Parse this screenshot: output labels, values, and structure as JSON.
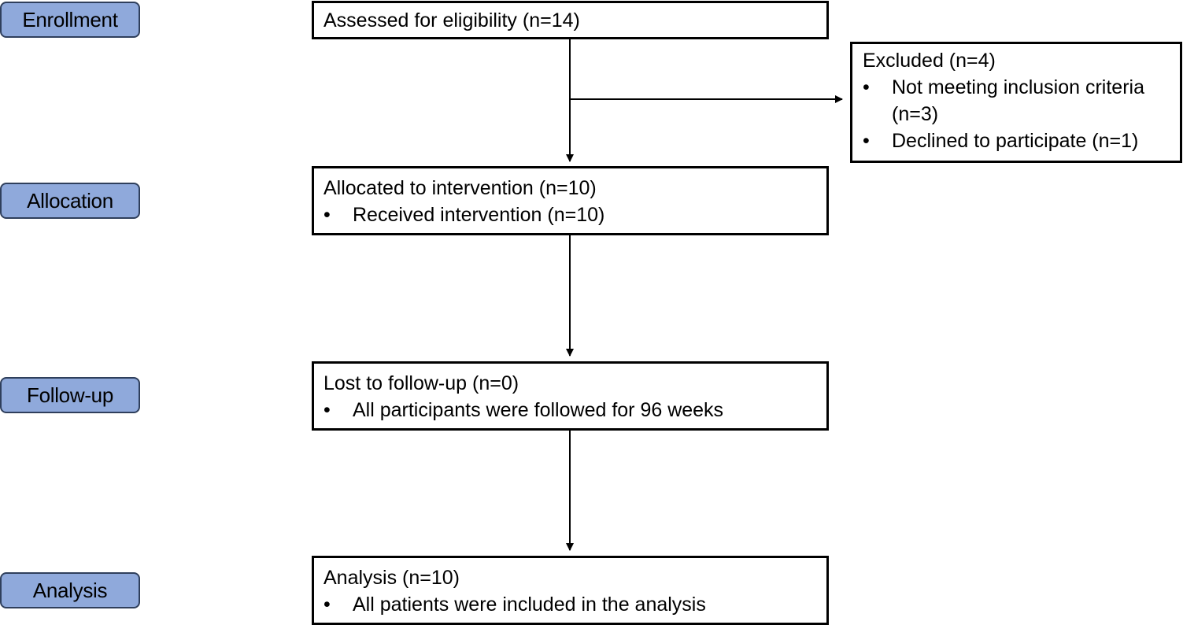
{
  "stages": {
    "enrollment": "Enrollment",
    "allocation": "Allocation",
    "follow_up": "Follow-up",
    "analysis": "Analysis"
  },
  "boxes": {
    "assessed": {
      "title": "Assessed for eligibility (n=14)"
    },
    "excluded": {
      "title": "Excluded (n=4)",
      "items": [
        "Not meeting inclusion criteria (n=3)",
        "Declined to participate (n=1)"
      ]
    },
    "allocated": {
      "title": "Allocated to intervention (n=10)",
      "items": [
        "Received intervention (n=10)"
      ]
    },
    "follow_up": {
      "title": "Lost to follow-up (n=0)",
      "items": [
        "All participants were followed for 96 weeks"
      ]
    },
    "analysis": {
      "title": "Analysis (n=10)",
      "items": [
        "All patients were included in the analysis"
      ]
    }
  },
  "colors": {
    "stage_fill": "#8fa9db",
    "stage_border": "#2f3f5c",
    "box_border": "#000000"
  }
}
